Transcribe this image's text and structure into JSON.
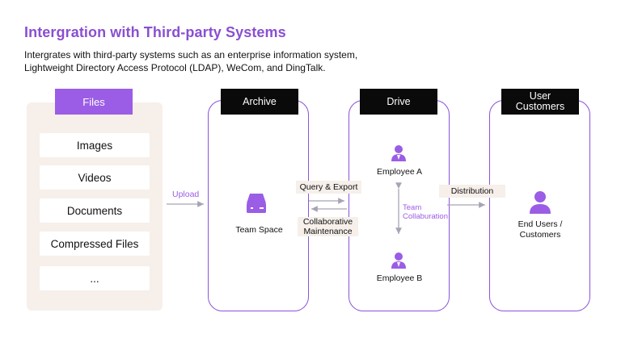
{
  "title": "Intergration with Third-party Systems",
  "subtitle_line1": "Intergrates with third-party systems such as an enterprise information system,",
  "subtitle_line2": "Lightweight Directory Access Protocol (LDAP), WeCom, and DingTalk.",
  "files": {
    "header": "Files",
    "items": [
      "Images",
      "Videos",
      "Documents",
      "Compressed Files",
      "..."
    ]
  },
  "upload_label": "Upload",
  "archive": {
    "header": "Archive",
    "node": "Team Space"
  },
  "query_export_label": "Query & Export",
  "collab_maintenance_label": "Collaborative Maintenance",
  "drive": {
    "header": "Drive",
    "employee_a": "Employee A",
    "employee_b": "Employee B",
    "team_collab_label": "Team Collaburation"
  },
  "distribution_label": "Distribution",
  "users": {
    "header_line1": "User",
    "header_line2": "Customers",
    "node_line1": "End Users /",
    "node_line2": "Customers"
  },
  "colors": {
    "accent": "#9b5de5",
    "border": "#8c52d9",
    "chip": "#f6efea",
    "header": "#0a0a0a",
    "arrow": "#a7a3b5"
  },
  "icons": [
    "server-icon",
    "person-icon"
  ]
}
